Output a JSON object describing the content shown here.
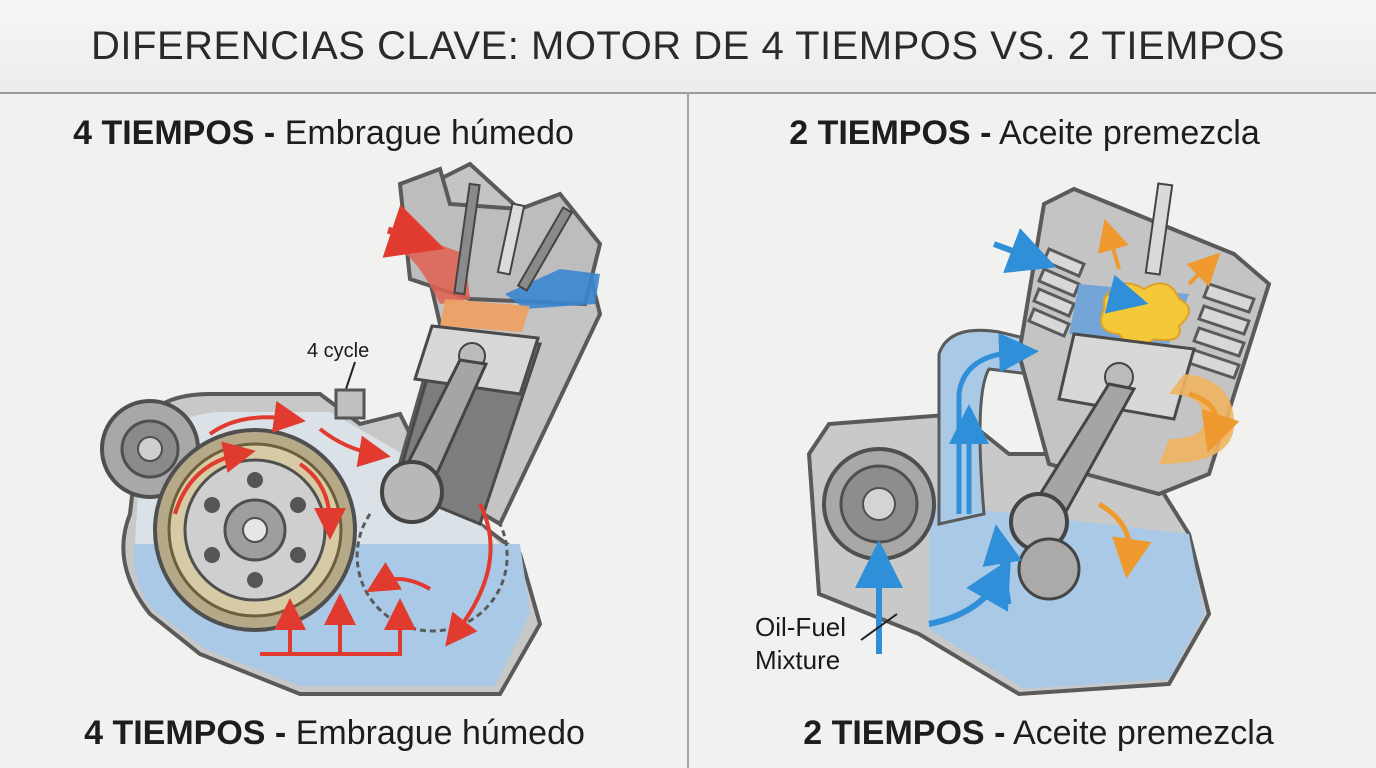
{
  "title": "DIFERENCIAS CLAVE: MOTOR DE 4 TIEMPOS VS. 2 TIEMPOS",
  "left_panel": {
    "heading_top": {
      "strong": "4 TIEMPOS",
      "separator": "-",
      "text": "Embrague húmedo"
    },
    "heading_bottom": {
      "strong": "4 TIEMPOS",
      "separator": "-",
      "text": "Embrague húmedo"
    },
    "callout": "4 cycle"
  },
  "right_panel": {
    "heading_top": {
      "strong": "2 TIEMPOS",
      "separator": "-",
      "text": "Aceite premezcla"
    },
    "heading_bottom": {
      "strong": "2 TIEMPOS",
      "separator": "-",
      "text": "Aceite premezcla"
    },
    "callout_line1": "Oil-Fuel",
    "callout_line2": "Mixture"
  },
  "colors": {
    "oil_blue": "#a9c9e6",
    "oil_blue_deep": "#6f9fcf",
    "flow_red": "#e13b2f",
    "flow_blue": "#2f8fd8",
    "flow_orange": "#ef9a2e",
    "metal_grey": "#9c9c9c",
    "metal_light": "#cfcfcf",
    "combustion_yellow": "#f3c93a"
  }
}
